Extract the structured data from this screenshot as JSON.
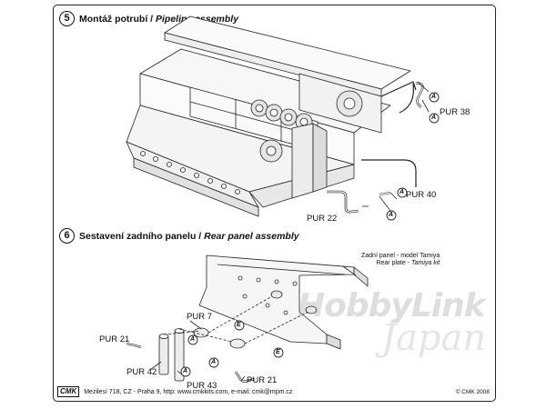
{
  "step5": {
    "number": "5",
    "title_cz": "Montáž potrubí / ",
    "title_en": "Pipeline assembly",
    "parts": {
      "pur38": "PUR 38",
      "pur40": "PUR 40",
      "pur22": "PUR 22"
    },
    "callout_letter": "A"
  },
  "step6": {
    "number": "6",
    "title_cz": "Sestavení zadního panelu / ",
    "title_en": "Rear panel assembly",
    "note_cz": "Zadní panel - model Tamiya",
    "note_en_prefix": "Rear plate - ",
    "note_en_kit": "Tamiya kit",
    "parts": {
      "pur7": "PUR 7",
      "pur21_left": "PUR 21",
      "pur42": "PUR 42",
      "pur43": "PUR 43",
      "pur21_right": "PUR 21"
    },
    "callout_letter_a": "A",
    "callout_letter_e": "E"
  },
  "footer": {
    "logo": "CMK",
    "address": "Mezilesí 718, CZ - Praha 9,  http: www.cmkkits.com, e-mail: cmk@mpm.cz",
    "copyright": "© CMK 2008"
  },
  "watermark": {
    "line1": "HobbyLink",
    "line2": "Japan"
  }
}
